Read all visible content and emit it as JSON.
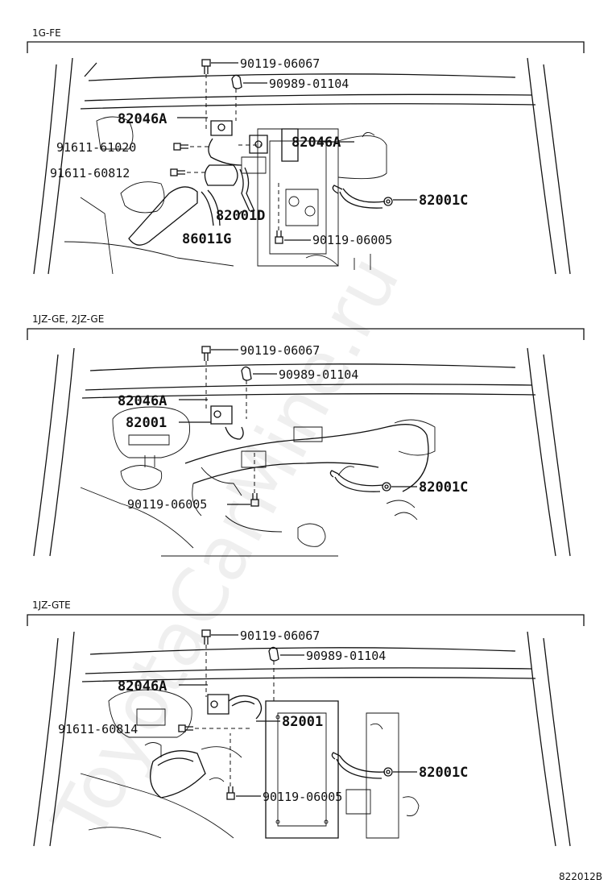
{
  "watermark": "ToyotaCarMine.ru",
  "figure_code": "822012B",
  "sections": [
    {
      "title": "1G-FE",
      "labels": {
        "bolt_top": "90119-06067",
        "clamp_top": "90989-01104",
        "wire_a1": "82046A",
        "bolt_left1": "91611-61020",
        "wire_a2": "82046A",
        "bolt_left2": "91611-60812",
        "wire_c": "82001C",
        "wire_d": "82001D",
        "hose_g": "86011G",
        "bolt_bottom": "90119-06005"
      }
    },
    {
      "title": "1JZ-GE, 2JZ-GE",
      "labels": {
        "bolt_top": "90119-06067",
        "clamp_top": "90989-01104",
        "wire_a": "82046A",
        "wire_main": "82001",
        "wire_c": "82001C",
        "bolt_bottom": "90119-06005"
      }
    },
    {
      "title": "1JZ-GTE",
      "labels": {
        "bolt_top": "90119-06067",
        "clamp_top": "90989-01104",
        "wire_a": "82046A",
        "wire_main": "82001",
        "bolt_left": "91611-60814",
        "wire_c": "82001C",
        "bolt_bottom": "90119-06005"
      }
    }
  ]
}
